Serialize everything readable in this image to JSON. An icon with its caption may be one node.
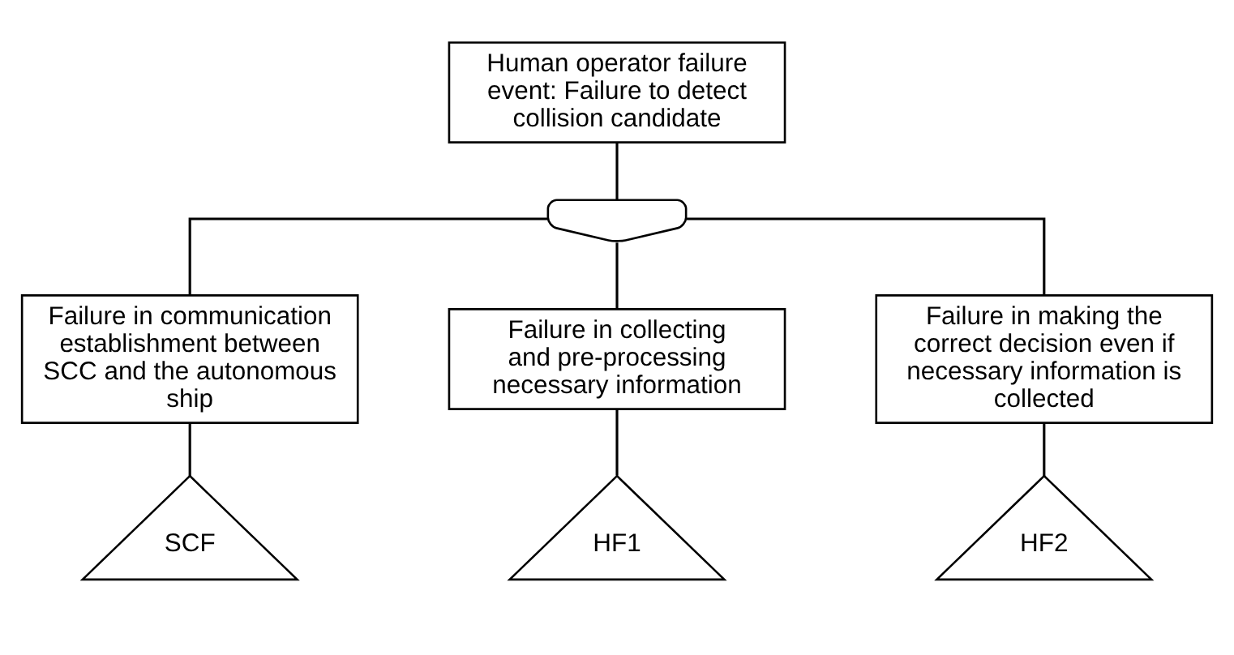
{
  "diagram": {
    "nodes": [
      {
        "text": [
          "Human operator failure event: Failure to detect collision candidate"
        ]
      },
      {
        "text": [],
        "shape": "gate"
      },
      {
        "text": [
          "Failure in communication establishment between SCC and the autonomous ship"
        ]
      },
      {
        "text": [
          "Failure in collecting and pre-processing necessary information"
        ]
      },
      {
        "text": [
          "Failure in making the correct decision even if necessary information is collected"
        ]
      },
      {
        "text": [
          "SCF"
        ]
      },
      {
        "text": [
          "HF1"
        ]
      },
      {
        "text": [
          "HF2"
        ]
      }
    ],
    "edges": [
      {
        "from": 0,
        "to": 1,
        "arrow": "none"
      },
      {
        "from": 1,
        "to": 2,
        "arrow": "none"
      },
      {
        "from": 1,
        "to": 3,
        "arrow": "none"
      },
      {
        "from": 1,
        "to": 4,
        "arrow": "none"
      },
      {
        "from": 2,
        "to": 5,
        "arrow": "none"
      },
      {
        "from": 3,
        "to": 6,
        "arrow": "none"
      },
      {
        "from": 4,
        "to": 7,
        "arrow": "none"
      }
    ]
  }
}
